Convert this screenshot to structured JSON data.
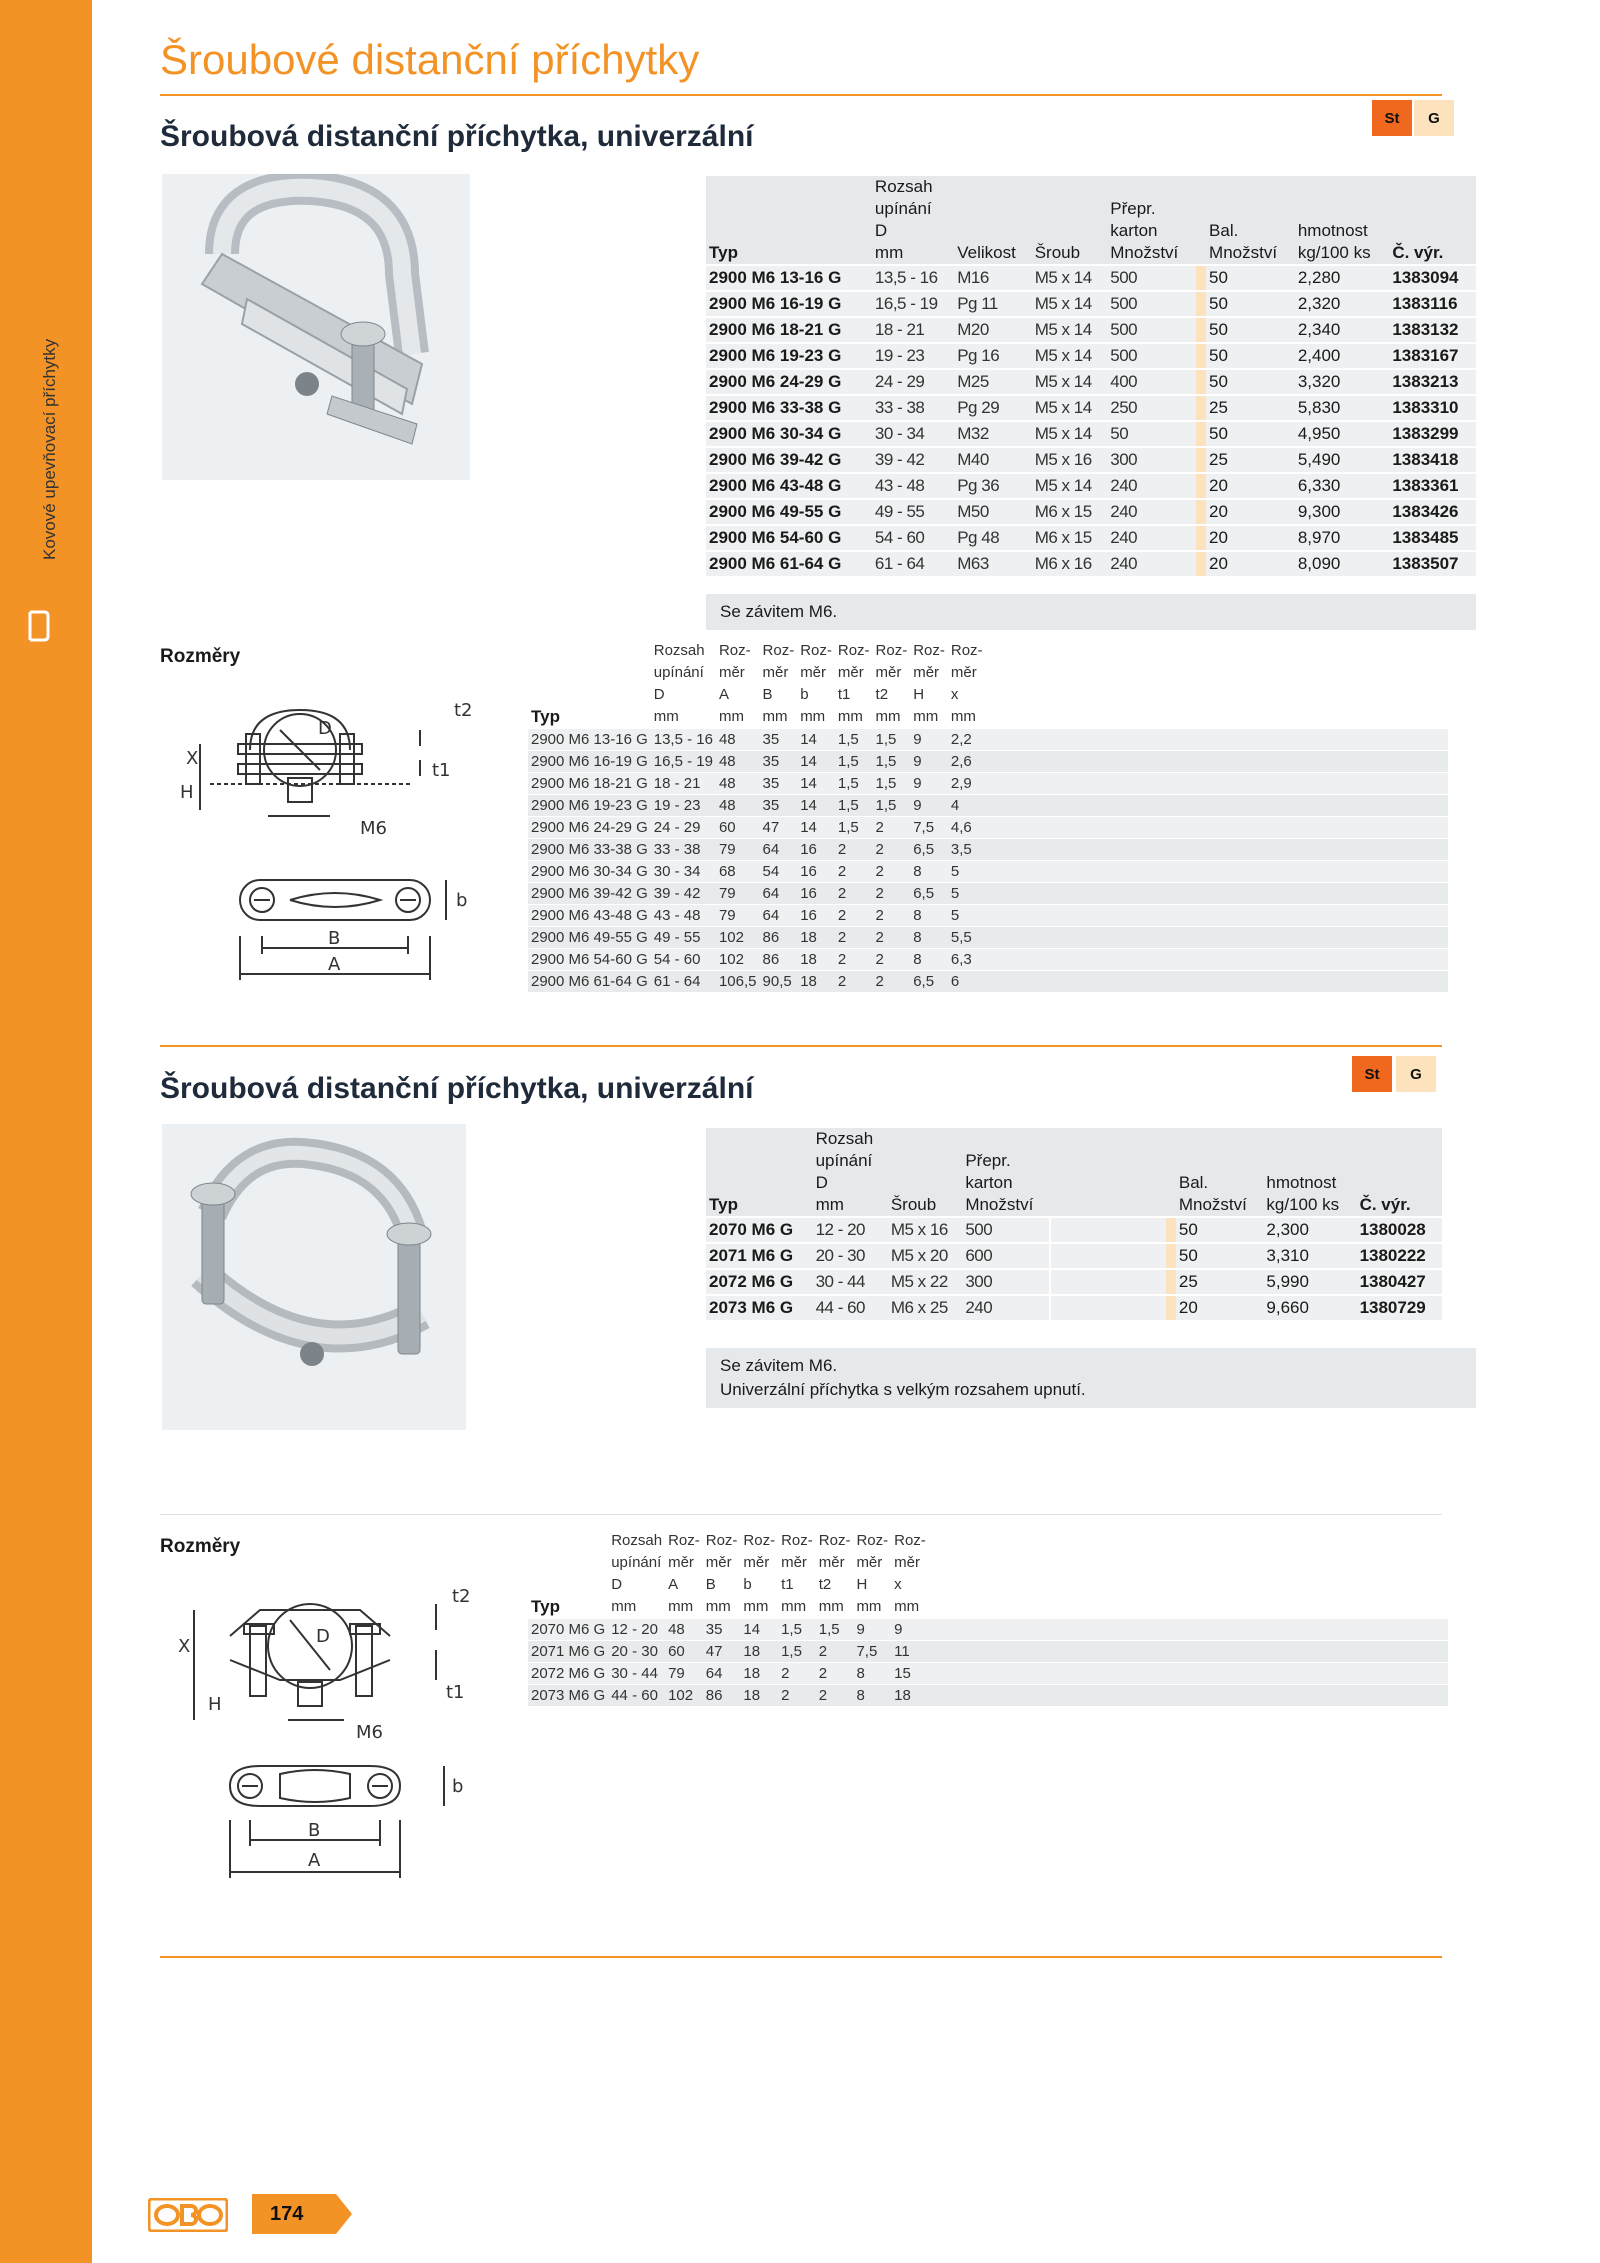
{
  "sidebar": {
    "label": "Kovové upevňovací příchytky"
  },
  "page": {
    "title": "Šroubové distanční příchytky",
    "number": "174",
    "brand": "OBO"
  },
  "section1": {
    "title": "Šroubová distanční příchytka, univerzální",
    "badge_st": "St",
    "badge_g": "G",
    "headers": {
      "typ": "Typ",
      "rozsah1": "Rozsah",
      "rozsah2": "upínání",
      "rozsah3": "D",
      "rozsah4": "mm",
      "velikost": "Velikost",
      "sroub": "Šroub",
      "prepr1": "Přepr.",
      "prepr2": "karton",
      "prepr3": "Množství",
      "bal1": "Bal.",
      "bal2": "Množství",
      "hmot1": "hmotnost",
      "hmot2": "kg/100 ks",
      "cvyr": "Č. výr."
    },
    "rows": [
      [
        "2900 M6 13-16 G",
        "13,5 - 16",
        "M16",
        "M5 x 14",
        "500",
        "50",
        "2,280",
        "1383094"
      ],
      [
        "2900 M6 16-19 G",
        "16,5 - 19",
        "Pg 11",
        "M5 x 14",
        "500",
        "50",
        "2,320",
        "1383116"
      ],
      [
        "2900 M6 18-21 G",
        "18 - 21",
        "M20",
        "M5 x 14",
        "500",
        "50",
        "2,340",
        "1383132"
      ],
      [
        "2900 M6 19-23 G",
        "19 - 23",
        "Pg 16",
        "M5 x 14",
        "500",
        "50",
        "2,400",
        "1383167"
      ],
      [
        "2900 M6 24-29 G",
        "24 - 29",
        "M25",
        "M5 x 14",
        "400",
        "50",
        "3,320",
        "1383213"
      ],
      [
        "2900 M6 33-38 G",
        "33 - 38",
        "Pg 29",
        "M5 x 14",
        "250",
        "25",
        "5,830",
        "1383310"
      ],
      [
        "2900 M6 30-34 G",
        "30 - 34",
        "M32",
        "M5 x 14",
        "50",
        "50",
        "4,950",
        "1383299"
      ],
      [
        "2900 M6 39-42 G",
        "39 - 42",
        "M40",
        "M5 x 16",
        "300",
        "25",
        "5,490",
        "1383418"
      ],
      [
        "2900 M6 43-48 G",
        "43 - 48",
        "Pg 36",
        "M5 x 14",
        "240",
        "20",
        "6,330",
        "1383361"
      ],
      [
        "2900 M6 49-55 G",
        "49 - 55",
        "M50",
        "M6 x 15",
        "240",
        "20",
        "9,300",
        "1383426"
      ],
      [
        "2900 M6 54-60 G",
        "54 - 60",
        "Pg 48",
        "M6 x 15",
        "240",
        "20",
        "8,970",
        "1383485"
      ],
      [
        "2900 M6 61-64 G",
        "61 - 64",
        "M63",
        "M6 x 16",
        "240",
        "20",
        "8,090",
        "1383507"
      ]
    ],
    "note": "Se závitem M6.",
    "dims_label": "Rozměry",
    "dim_headers": {
      "typ": "Typ",
      "h1": [
        "Rozsah",
        "Roz-",
        "Roz-",
        "Roz-",
        "Roz-",
        "Roz-",
        "Roz-",
        "Roz-"
      ],
      "h2": [
        "upínání",
        "měr",
        "měr",
        "měr",
        "měr",
        "měr",
        "měr",
        "měr"
      ],
      "h3": [
        "D",
        "A",
        "B",
        "b",
        "t1",
        "t2",
        "H",
        "x"
      ],
      "h4": [
        "mm",
        "mm",
        "mm",
        "mm",
        "mm",
        "mm",
        "mm",
        "mm"
      ]
    },
    "dim_rows": [
      [
        "2900 M6 13-16 G",
        "13,5 - 16",
        "48",
        "35",
        "14",
        "1,5",
        "1,5",
        "9",
        "2,2"
      ],
      [
        "2900 M6 16-19 G",
        "16,5 - 19",
        "48",
        "35",
        "14",
        "1,5",
        "1,5",
        "9",
        "2,6"
      ],
      [
        "2900 M6 18-21 G",
        "18 - 21",
        "48",
        "35",
        "14",
        "1,5",
        "1,5",
        "9",
        "2,9"
      ],
      [
        "2900 M6 19-23 G",
        "19 - 23",
        "48",
        "35",
        "14",
        "1,5",
        "1,5",
        "9",
        "4"
      ],
      [
        "2900 M6 24-29 G",
        "24 - 29",
        "60",
        "47",
        "14",
        "1,5",
        "2",
        "7,5",
        "4,6"
      ],
      [
        "2900 M6 33-38 G",
        "33 - 38",
        "79",
        "64",
        "16",
        "2",
        "2",
        "6,5",
        "3,5"
      ],
      [
        "2900 M6 30-34 G",
        "30 - 34",
        "68",
        "54",
        "16",
        "2",
        "2",
        "8",
        "5"
      ],
      [
        "2900 M6 39-42 G",
        "39 - 42",
        "79",
        "64",
        "16",
        "2",
        "2",
        "6,5",
        "5"
      ],
      [
        "2900 M6 43-48 G",
        "43 - 48",
        "79",
        "64",
        "16",
        "2",
        "2",
        "8",
        "5"
      ],
      [
        "2900 M6 49-55 G",
        "49 - 55",
        "102",
        "86",
        "18",
        "2",
        "2",
        "8",
        "5,5"
      ],
      [
        "2900 M6 54-60 G",
        "54 - 60",
        "102",
        "86",
        "18",
        "2",
        "2",
        "8",
        "6,3"
      ],
      [
        "2900 M6 61-64 G",
        "61 - 64",
        "106,5",
        "90,5",
        "18",
        "2",
        "2",
        "6,5",
        "6"
      ]
    ],
    "drawing_labels": {
      "d": "D",
      "x": "X",
      "h": "H",
      "m6": "M6",
      "t1": "t1",
      "t2": "t2",
      "a": "A",
      "b_big": "B",
      "b_small": "b"
    }
  },
  "section2": {
    "title": "Šroubová distanční příchytka, univerzální",
    "badge_st": "St",
    "badge_g": "G",
    "headers": {
      "typ": "Typ",
      "rozsah1": "Rozsah",
      "rozsah2": "upínání",
      "rozsah3": "D",
      "rozsah4": "mm",
      "sroub": "Šroub",
      "prepr1": "Přepr.",
      "prepr2": "karton",
      "prepr3": "Množství",
      "bal1": "Bal.",
      "bal2": "Množství",
      "hmot1": "hmotnost",
      "hmot2": "kg/100 ks",
      "cvyr": "Č. výr."
    },
    "rows": [
      [
        "2070 M6 G",
        "12 - 20",
        "M5 x 16",
        "500",
        "50",
        "2,300",
        "1380028"
      ],
      [
        "2071 M6 G",
        "20 - 30",
        "M5 x 20",
        "600",
        "50",
        "3,310",
        "1380222"
      ],
      [
        "2072 M6 G",
        "30 - 44",
        "M5 x 22",
        "300",
        "25",
        "5,990",
        "1380427"
      ],
      [
        "2073 M6 G",
        "44 - 60",
        "M6 x 25",
        "240",
        "20",
        "9,660",
        "1380729"
      ]
    ],
    "note1": "Se závitem M6.",
    "note2": "Univerzální příchytka s velkým rozsahem upnutí.",
    "dims_label": "Rozměry",
    "dim_rows": [
      [
        "2070 M6 G",
        "12 - 20",
        "48",
        "35",
        "14",
        "1,5",
        "1,5",
        "9",
        "9"
      ],
      [
        "2071 M6 G",
        "20 - 30",
        "60",
        "47",
        "18",
        "1,5",
        "2",
        "7,5",
        "11"
      ],
      [
        "2072 M6 G",
        "30 - 44",
        "79",
        "64",
        "18",
        "2",
        "2",
        "8",
        "15"
      ],
      [
        "2073 M6 G",
        "44 - 60",
        "102",
        "86",
        "18",
        "2",
        "2",
        "8",
        "18"
      ]
    ]
  },
  "colors": {
    "accent": "#f39325",
    "st": "#f0681e",
    "g": "#fde3bd"
  }
}
